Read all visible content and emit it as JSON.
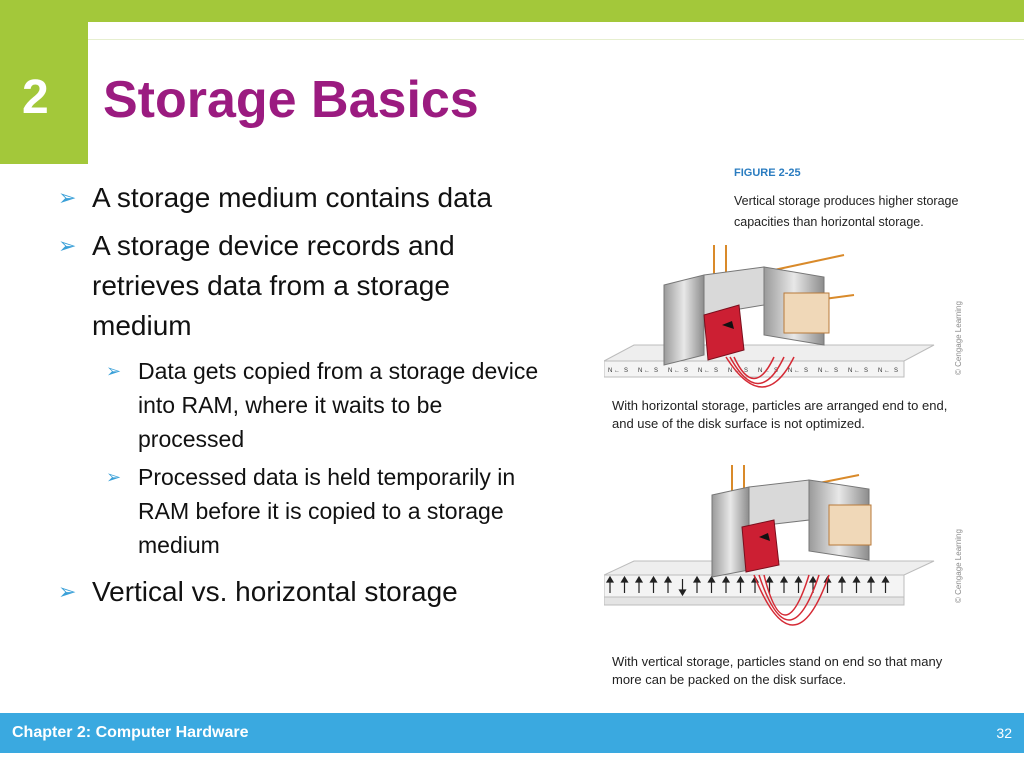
{
  "slide": {
    "chapter_number": "2",
    "title": "Storage Basics",
    "bullets": [
      {
        "text": "A storage medium contains data"
      },
      {
        "text": "A storage device records and retrieves data from a storage medium",
        "sub": [
          {
            "text": "Data gets copied from a storage device into RAM, where it waits to be processed"
          },
          {
            "text": "Processed data is held temporarily in RAM before it is copied to a storage medium"
          }
        ]
      },
      {
        "text": "Vertical vs. horizontal storage"
      }
    ]
  },
  "figure": {
    "label": "FIGURE 2-25",
    "description": "Vertical storage produces higher storage capacities than horizontal storage.",
    "horizontal_caption": "With horizontal storage, particles are arranged end to end, and use of the disk surface is not optimized.",
    "vertical_caption": "With vertical storage, particles stand on end so that many more can be packed on the disk surface.",
    "copyright": "© Cengage Learning",
    "pole_n": "N",
    "pole_s": "S"
  },
  "footer": {
    "chapter": "Chapter 2: Computer Hardware",
    "page": "32"
  },
  "colors": {
    "accent_green": "#a3c83a",
    "title_purple": "#9b1b80",
    "footer_blue": "#3aa9e0",
    "bullet_blue": "#3aa0d8"
  }
}
